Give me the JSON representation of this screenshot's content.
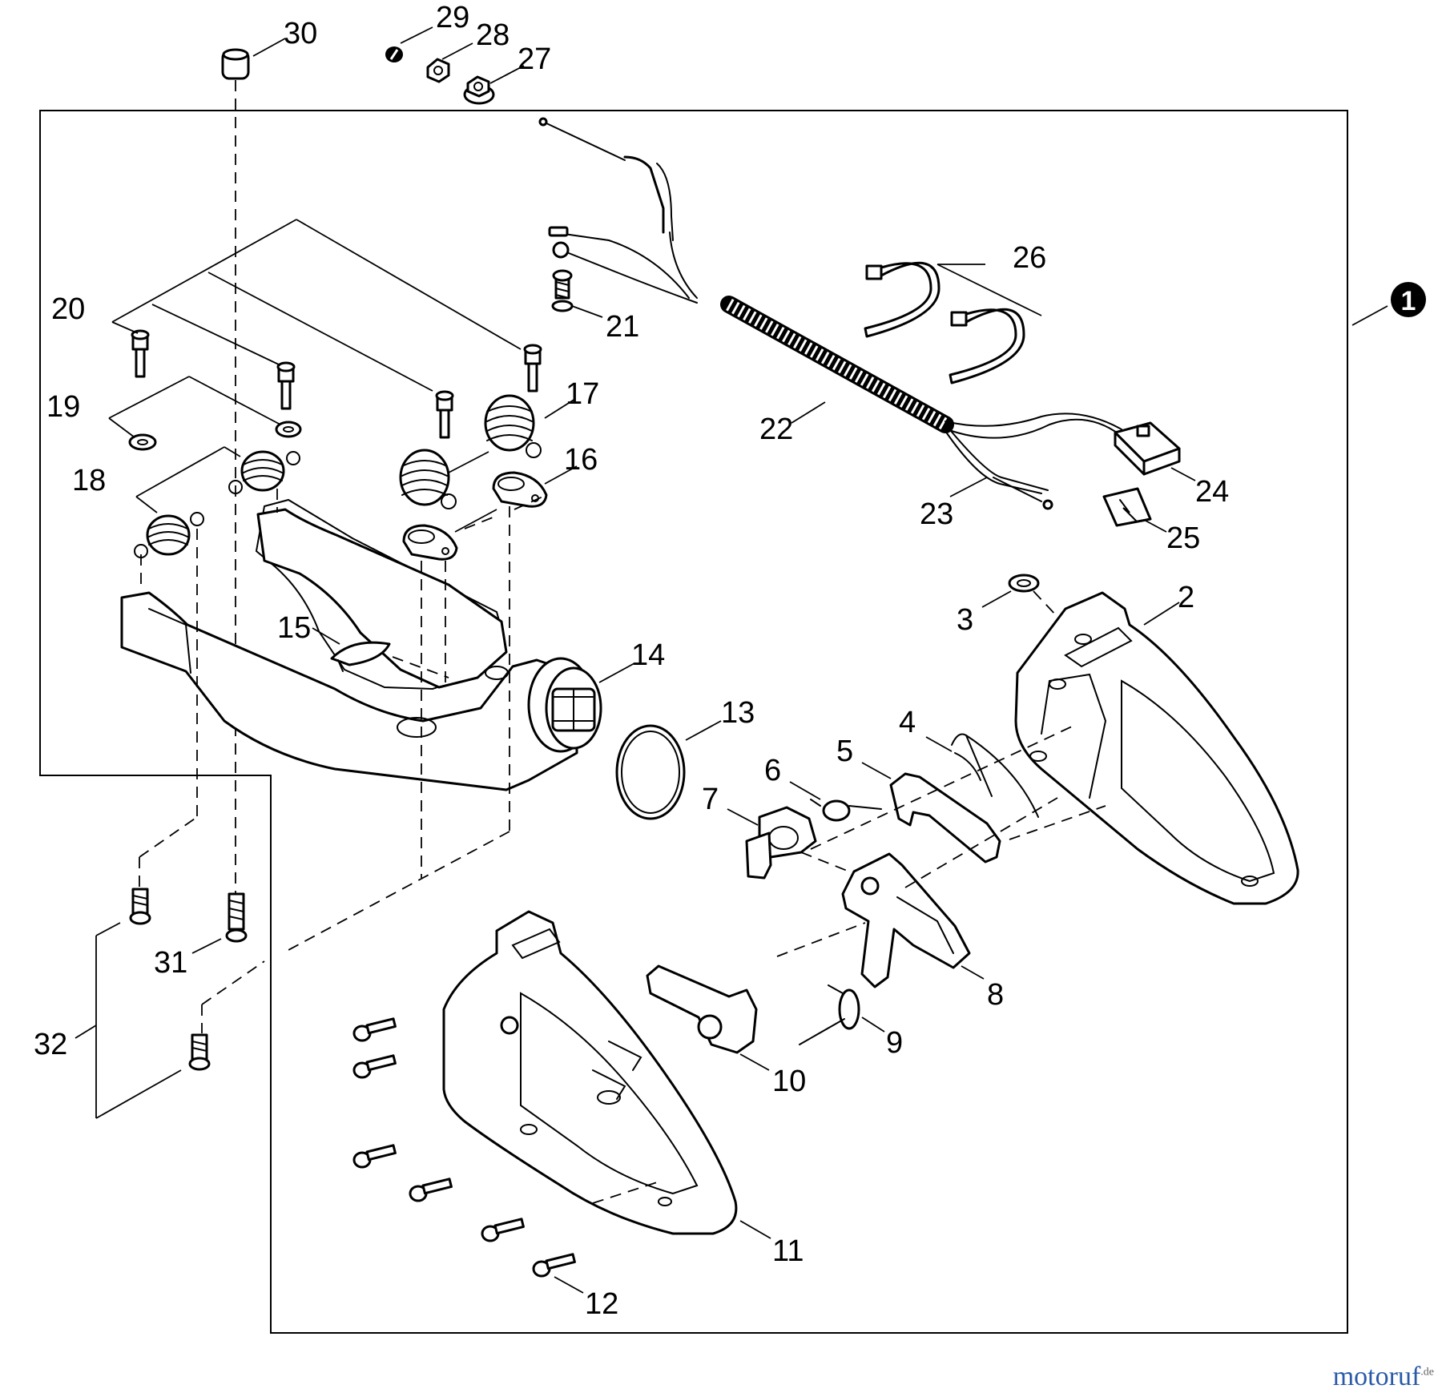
{
  "diagram": {
    "callouts": [
      {
        "id": "c1",
        "text": "2"
      },
      {
        "id": "c2",
        "text": "3"
      },
      {
        "id": "c3",
        "text": "4"
      },
      {
        "id": "c4",
        "text": "5"
      },
      {
        "id": "c5",
        "text": "6"
      },
      {
        "id": "c6",
        "text": "7"
      },
      {
        "id": "c7",
        "text": "8"
      },
      {
        "id": "c8",
        "text": "9"
      },
      {
        "id": "c9",
        "text": "10"
      },
      {
        "id": "c10",
        "text": "11"
      },
      {
        "id": "c11",
        "text": "12"
      },
      {
        "id": "c12",
        "text": "13"
      },
      {
        "id": "c13",
        "text": "14"
      },
      {
        "id": "c14",
        "text": "15"
      },
      {
        "id": "c15",
        "text": "16"
      },
      {
        "id": "c16",
        "text": "17"
      },
      {
        "id": "c17",
        "text": "18"
      },
      {
        "id": "c18",
        "text": "19"
      },
      {
        "id": "c19",
        "text": "20"
      },
      {
        "id": "c20",
        "text": "21"
      },
      {
        "id": "c21",
        "text": "22"
      },
      {
        "id": "c22",
        "text": "23"
      },
      {
        "id": "c23",
        "text": "24"
      },
      {
        "id": "c24",
        "text": "25"
      },
      {
        "id": "c25",
        "text": "26"
      },
      {
        "id": "c26",
        "text": "27"
      },
      {
        "id": "c27",
        "text": "28"
      },
      {
        "id": "c28",
        "text": "29"
      },
      {
        "id": "c29",
        "text": "30"
      },
      {
        "id": "c30",
        "text": "31"
      },
      {
        "id": "c31",
        "text": "32"
      }
    ],
    "assembly_badge": "1"
  },
  "watermark": {
    "text": "motoruf",
    "suffix": ".de"
  }
}
